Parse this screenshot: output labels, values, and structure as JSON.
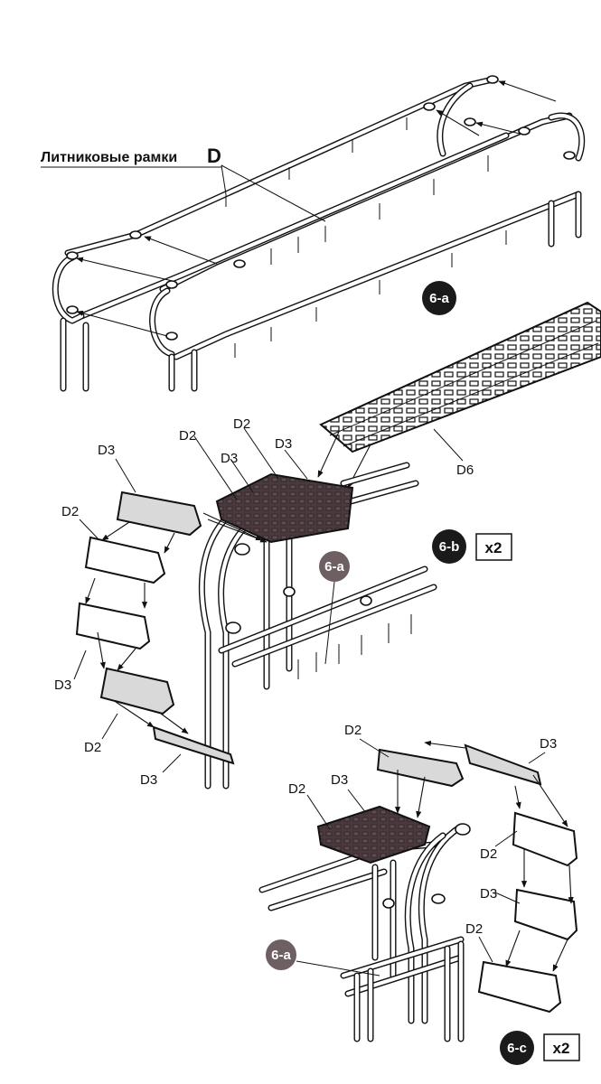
{
  "header": {
    "sprue_title": "Литниковые рамки",
    "sprue_letter": "D"
  },
  "steps": [
    {
      "id": "6-a"
    },
    {
      "id": "6-b",
      "multiplier": "x2"
    },
    {
      "id": "6-c",
      "multiplier": "x2"
    }
  ],
  "callouts": {
    "step_b_sub": "6-a",
    "step_c_sub": "6-a"
  },
  "parts": {
    "d2": "D2",
    "d3": "D3",
    "d6": "D6"
  },
  "colors": {
    "ink": "#111111",
    "step_badge": "#1a1a1a",
    "sub_badge": "#6e5f63",
    "track_dark": "#4a3a3e"
  }
}
